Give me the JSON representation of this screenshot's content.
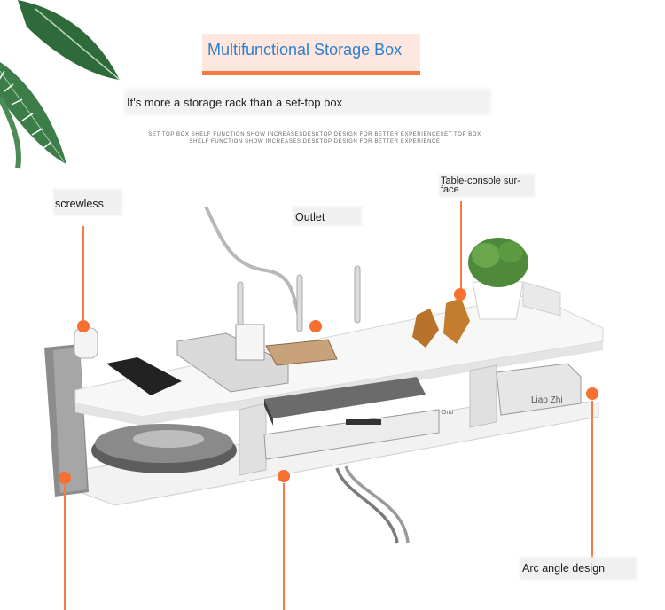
{
  "product": {
    "title": "Multifunctional Storage Box",
    "subtitle": "It's more a storage rack than a set-top box",
    "tagline_lines": [
      "SET TOP BOX SHELF FUNCTION SHOW INCREASESDESKTOP DESIGN FOR BETTER EXPERIENCESET TOP BOX",
      "SHELF FUNCTION SHOW INCREASES DESKTOP DESIGN FOR BETTER EXPERIENCE"
    ]
  },
  "callouts": {
    "screwless": "screwless",
    "outlet": "Outlet",
    "table_console": "Table-console sur-face",
    "arc_angle": "Arc angle design"
  },
  "watermark": "Liao Zhi",
  "device_label": "Ono",
  "colors": {
    "accent": "#f47b48",
    "title_blue": "#2f7fd0"
  }
}
